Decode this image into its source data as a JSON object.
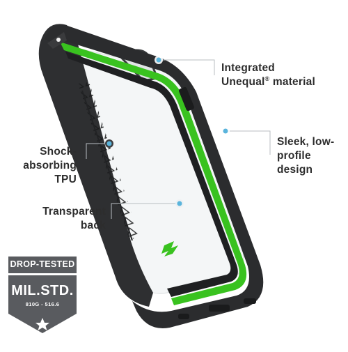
{
  "callouts": {
    "integrated": {
      "line1": "Integrated",
      "line2_prefix": "Unequal",
      "line2_mark": "®",
      "line2_suffix": " material"
    },
    "sleek": {
      "line1": "Sleek, low-",
      "line2": "profile design"
    },
    "shock": {
      "line1": "Shock-",
      "line2": "absorbing TPU"
    },
    "transparent": {
      "line1": "Transparent",
      "line2": "back"
    }
  },
  "badge": {
    "title": "DROP-TESTED",
    "standard": "MIL.STD.",
    "code": "810G - 516.6"
  },
  "colors": {
    "bumper": "#2b2c2e",
    "accent": "#39c21f",
    "callout_dot": "#5ab4dc",
    "badge": "#595b5f"
  }
}
